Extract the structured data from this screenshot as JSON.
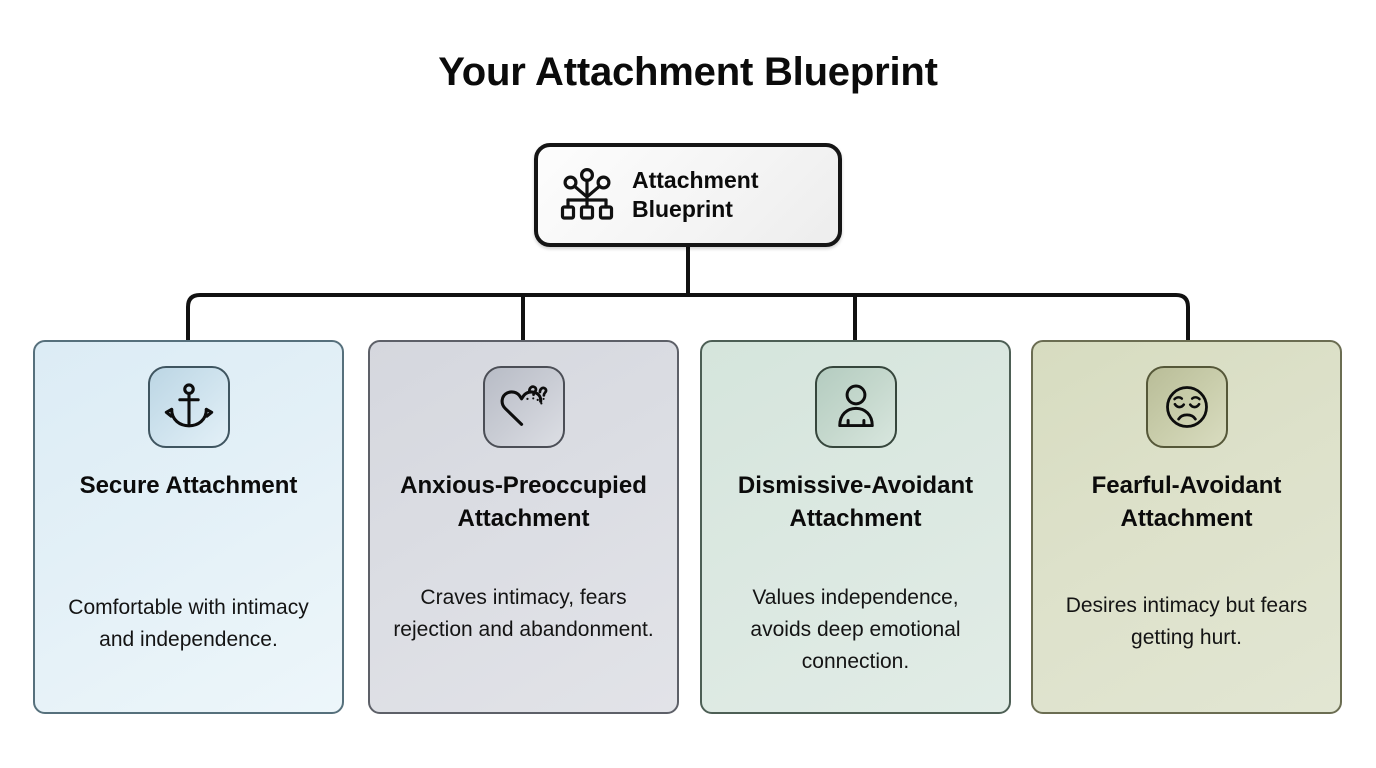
{
  "page": {
    "title": "Your Attachment Blueprint",
    "background_color": "#ffffff",
    "connector_color": "#111111"
  },
  "root": {
    "icon": "hierarchy-network-icon",
    "label": "Attachment\nBlueprint",
    "border_color": "#151515",
    "background_color": "#f6f6f6"
  },
  "cards": [
    {
      "icon": "anchor-icon",
      "title": "Secure Attachment",
      "description": "Comfortable with intimacy and independence.",
      "background_color": "#e3f0f7",
      "border_color": "#56707c",
      "tile_color": "#cfe3ee"
    },
    {
      "icon": "heart-question-icon",
      "title": "Anxious-Preoccupied Attachment",
      "description": "Craves intimacy, fears rejection and abandonment.",
      "background_color": "#dbdde3",
      "border_color": "#5d6068",
      "tile_color": "#c9ccd4"
    },
    {
      "icon": "person-icon",
      "title": "Dismissive-Avoidant Attachment",
      "description": "Values independence, avoids deep emotional connection.",
      "background_color": "#dbe8e1",
      "border_color": "#4d5f55",
      "tile_color": "#c5d8cd"
    },
    {
      "icon": "sad-face-icon",
      "title": "Fearful-Avoidant Attachment",
      "description": "Desires intimacy but fears getting hurt.",
      "background_color": "#dde1ca",
      "border_color": "#6b6d52",
      "tile_color": "#c9cdab"
    }
  ]
}
